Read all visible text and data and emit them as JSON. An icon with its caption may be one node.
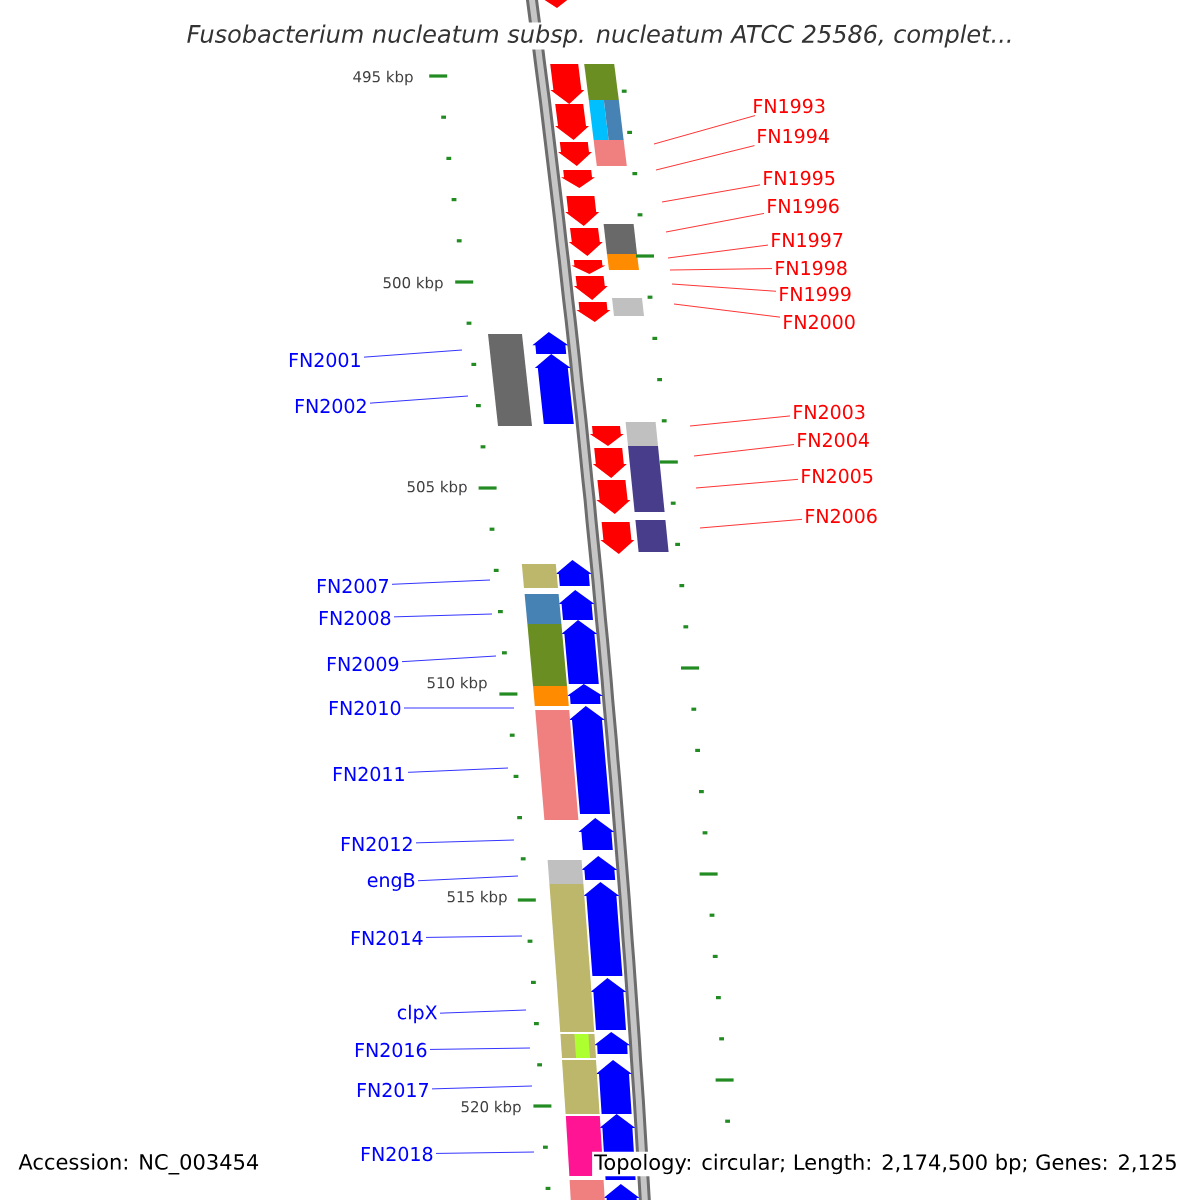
{
  "diagram": {
    "title": "Fusobacterium nucleatum subsp. nucleatum ATCC 25586, complet...",
    "nodes": [
      {
        "text": [
          "FN1993"
        ]
      },
      {
        "text": [
          "FN1994"
        ]
      },
      {
        "text": [
          "FN1995"
        ]
      },
      {
        "text": [
          "FN1996"
        ]
      },
      {
        "text": [
          "FN1997"
        ]
      },
      {
        "text": [
          "FN1998"
        ]
      },
      {
        "text": [
          "FN1999"
        ]
      },
      {
        "text": [
          "FN2000"
        ]
      },
      {
        "text": [
          "FN2001"
        ]
      },
      {
        "text": [
          "FN2002"
        ]
      },
      {
        "text": [
          "FN2003"
        ]
      },
      {
        "text": [
          "FN2004"
        ]
      },
      {
        "text": [
          "FN2005"
        ]
      },
      {
        "text": [
          "FN2006"
        ]
      },
      {
        "text": [
          "FN2007"
        ]
      },
      {
        "text": [
          "FN2008"
        ]
      },
      {
        "text": [
          "FN2009"
        ]
      },
      {
        "text": [
          "FN2010"
        ]
      },
      {
        "text": [
          "FN2011"
        ]
      },
      {
        "text": [
          "FN2012"
        ]
      },
      {
        "text": [
          "engB"
        ]
      },
      {
        "text": [
          "FN2014"
        ]
      },
      {
        "text": [
          "clpX"
        ]
      },
      {
        "text": [
          "FN2016"
        ]
      },
      {
        "text": [
          "FN2017"
        ]
      },
      {
        "text": [
          "FN2018"
        ]
      }
    ],
    "edges": [
      {
        "from": 0,
        "to": null,
        "arrow": "none",
        "color": "#ff0000"
      },
      {
        "from": 1,
        "to": null,
        "arrow": "none",
        "color": "#ff0000"
      },
      {
        "from": 2,
        "to": null,
        "arrow": "none",
        "color": "#ff0000"
      },
      {
        "from": 3,
        "to": null,
        "arrow": "none",
        "color": "#ff0000"
      },
      {
        "from": 4,
        "to": null,
        "arrow": "none",
        "color": "#ff0000"
      },
      {
        "from": 5,
        "to": null,
        "arrow": "none",
        "color": "#ff0000"
      },
      {
        "from": 6,
        "to": null,
        "arrow": "none",
        "color": "#ff0000"
      },
      {
        "from": 7,
        "to": null,
        "arrow": "none",
        "color": "#ff0000"
      },
      {
        "from": 8,
        "to": null,
        "arrow": "none"
      },
      {
        "from": 9,
        "to": null,
        "arrow": "none"
      },
      {
        "from": 10,
        "to": null,
        "arrow": "none",
        "color": "#ff0000"
      },
      {
        "from": 11,
        "to": null,
        "arrow": "none",
        "color": "#ff0000"
      },
      {
        "from": 12,
        "to": null,
        "arrow": "none",
        "color": "#ff0000"
      },
      {
        "from": 13,
        "to": null,
        "arrow": "none",
        "color": "#ff0000"
      },
      {
        "from": 14,
        "to": null,
        "arrow": "none"
      },
      {
        "from": 15,
        "to": null,
        "arrow": "none"
      },
      {
        "from": 16,
        "to": null,
        "arrow": "none"
      },
      {
        "from": 17,
        "to": null,
        "arrow": "none"
      },
      {
        "from": 18,
        "to": null,
        "arrow": "none"
      },
      {
        "from": 19,
        "to": null,
        "arrow": "none"
      },
      {
        "from": 20,
        "to": null,
        "arrow": "none"
      },
      {
        "from": 21,
        "to": null,
        "arrow": "none"
      },
      {
        "from": 22,
        "to": null,
        "arrow": "none"
      },
      {
        "from": 23,
        "to": null,
        "arrow": "none"
      },
      {
        "from": 24,
        "to": null,
        "arrow": "none"
      },
      {
        "from": 25,
        "to": null,
        "arrow": "none"
      }
    ],
    "labels": [
      "495 kbp",
      "500 kbp",
      "505 kbp",
      "510 kbp",
      "515 kbp",
      "520 kbp",
      "Accession: NC_003454",
      "Topology: circular; Length: 2,174,500 bp; Genes: 2,125"
    ]
  }
}
